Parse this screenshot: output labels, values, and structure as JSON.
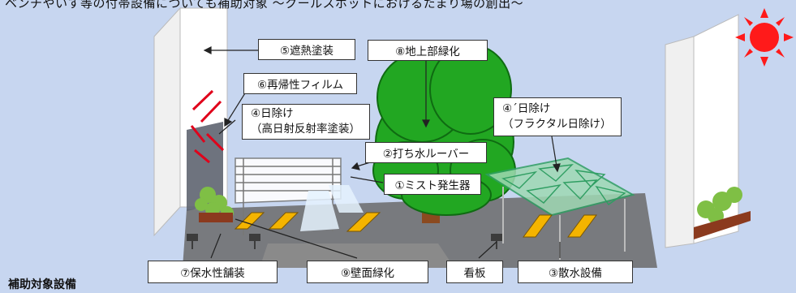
{
  "caption": "ベンチやいす等の付帯設備についても補助対象 ～クールスポットにおけるたまり場の創出～",
  "footer_title": "補助対象設備",
  "labels": {
    "shade_paint": "⑤遮熱塗装",
    "retro_film": "⑥再帰性フィルム",
    "sunshade_line1": "④日除け",
    "sunshade_line2": "（高日射反射率塗装）",
    "water_louver": "②打ち水ルーバー",
    "mist": "①ミスト発生器",
    "ground_green": "⑧地上部緑化",
    "fractal_line1": "④´日除け",
    "fractal_line2": "（フラクタル日除け）",
    "permeable_paving": "⑦保水性舗装",
    "wall_green": "⑨壁面緑化",
    "signboard": "看板",
    "sprinkler": "③散水設備"
  },
  "colors": {
    "background": "#c7d6f0",
    "building": "#ffffff",
    "tree": "#22a722",
    "tree_outline": "#0f6b12",
    "ground": "#6f6f6f",
    "bench": "#f4b400",
    "fractal": "#2f9e62",
    "arrow_red": "#e0001a",
    "sun": "#ff1a1a"
  },
  "icons": [
    "sun-icon",
    "tree-icon",
    "bench-icon",
    "planter-icon",
    "signboard-icon",
    "fractal-shade-icon"
  ]
}
